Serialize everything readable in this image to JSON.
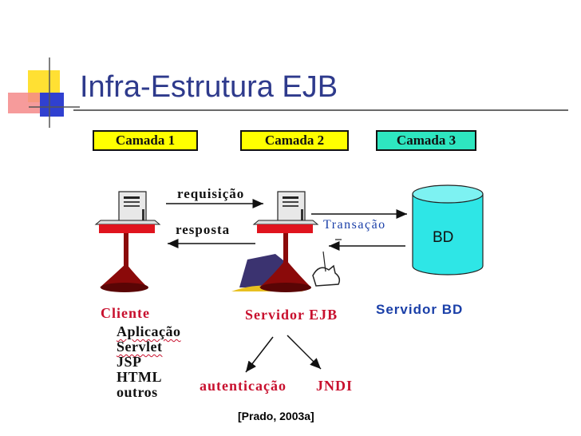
{
  "slide": {
    "title": "Infra-Estrutura EJB",
    "citation": "[Prado, 2003a]"
  },
  "layers": [
    {
      "label": "Camada 1",
      "color": "#ffff00"
    },
    {
      "label": "Camada 2",
      "color": "#ffff00"
    },
    {
      "label": "Camada 3",
      "color": "#2ee6c0"
    }
  ],
  "arrows": {
    "request": "requisição",
    "response": "resposta",
    "transaction": "Transação"
  },
  "database": {
    "label": "BD",
    "color": "#2ee6e6"
  },
  "nodes": {
    "client": "Cliente",
    "ejb_server": "Servidor EJB",
    "db_server": "Servidor BD"
  },
  "client_items": [
    "Aplicação",
    "Servlet",
    "JSP",
    "HTML",
    "outros"
  ],
  "ejb_services": {
    "auth": "autenticação",
    "jndi": "JNDI"
  },
  "colors": {
    "title": "#2e3a8c",
    "accent_red": "#c8102e",
    "accent_blue": "#1a3fa8",
    "deco_yellow": "#ffe033",
    "deco_blue": "#3040d0",
    "deco_pink": "#f06a6a"
  }
}
